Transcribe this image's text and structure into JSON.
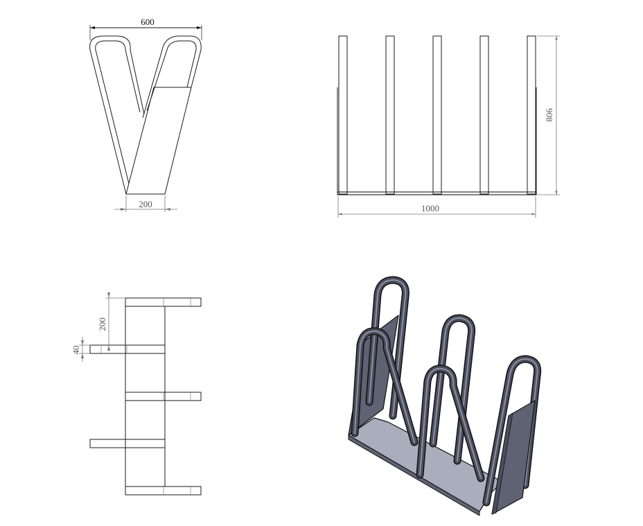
{
  "drawing": {
    "front_view": {
      "width_label": "600",
      "base_label": "200"
    },
    "side_view": {
      "height_label": "806",
      "length_label": "1000"
    },
    "top_view": {
      "spacing_label": "200",
      "tube_label": "40"
    },
    "iso_view": {}
  },
  "colors": {
    "line": "#1a1a1a",
    "dim_line": "#777777",
    "iso_tube": "#4a4e5c",
    "iso_tube_light": "#8c90a0",
    "iso_panel": "#5e6272",
    "iso_panel_light": "#a9adbc",
    "iso_edge": "#111111"
  }
}
